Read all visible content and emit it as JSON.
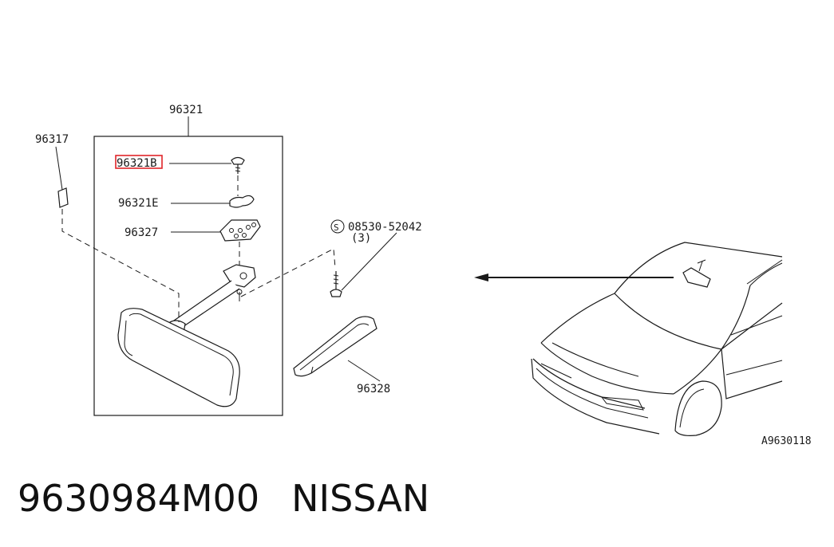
{
  "labels": {
    "assembly": "96321",
    "stay": "96317",
    "screw": "96321B",
    "cover": "96321E",
    "bracket": "96327",
    "bolt_part": "08530-52042",
    "bolt_symbol": "S",
    "bolt_qty": "(3)",
    "garnish": "96328",
    "drawing_code": "A9630118"
  },
  "footer": {
    "part_number": "9630984M00",
    "brand": "NISSAN"
  },
  "colors": {
    "line": "#1a1a1a",
    "highlight": "#e0252a",
    "background": "#ffffff"
  }
}
